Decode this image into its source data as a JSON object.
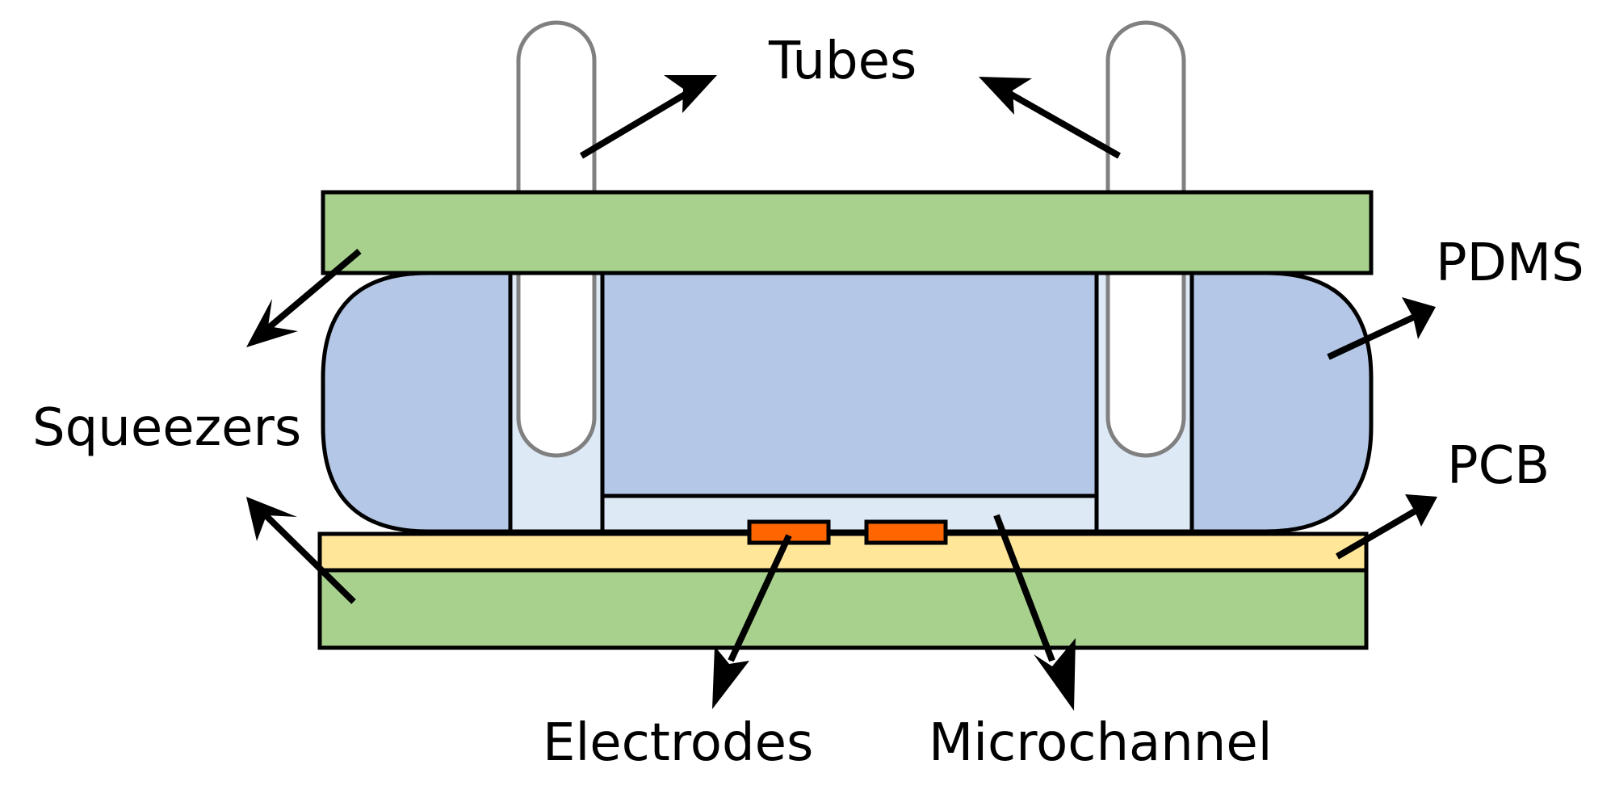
{
  "labels": {
    "tubes": "Tubes",
    "pdms": "PDMS",
    "squeezers": "Squeezers",
    "pcb": "PCB",
    "electrodes": "Electrodes",
    "microchannel": "Microchannel"
  },
  "colors": {
    "squeezer": "#a9d18e",
    "pdms": "#b4c7e7",
    "channel": "#dee9f6",
    "pcb": "#ffe699",
    "electrode": "#ff6600",
    "tube_outline": "#808080",
    "stroke": "#000000"
  }
}
